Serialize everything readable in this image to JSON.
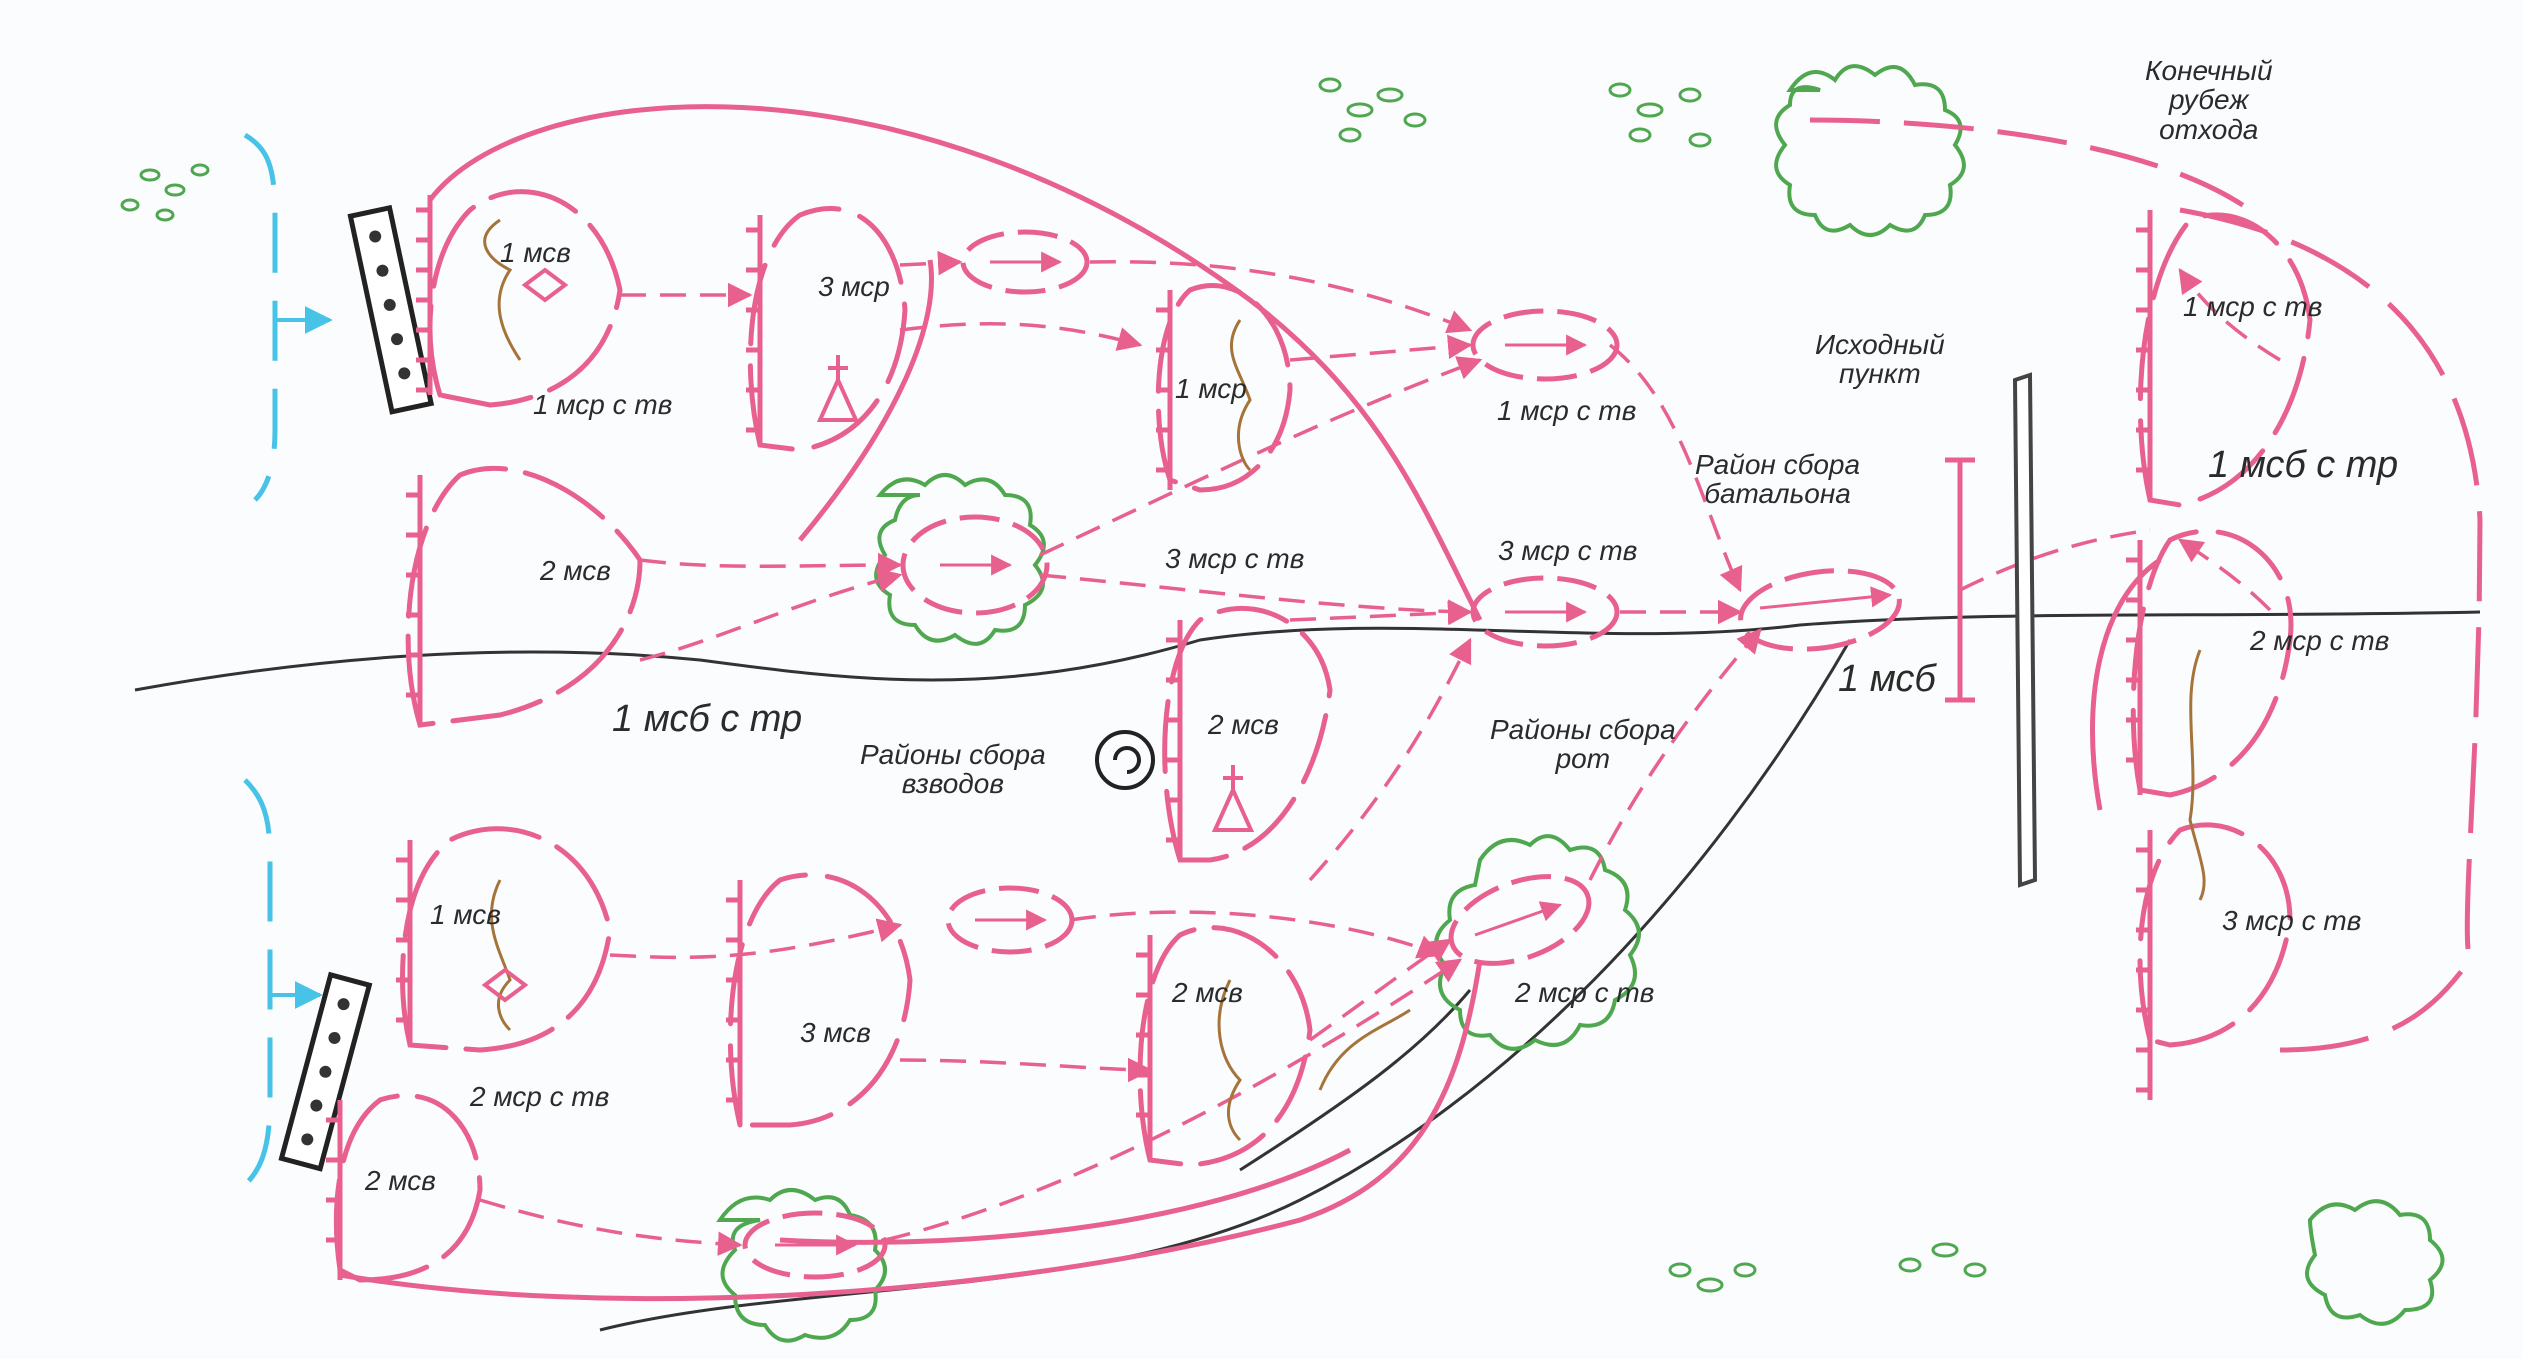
{
  "colors": {
    "route": "#e8608e",
    "terrain_line": "#333333",
    "forest": "#4fa84f",
    "friendly_line": "#46c3e6",
    "brown_track": "#a5743a",
    "background": "#fbfcfd"
  },
  "labels": {
    "final_line": [
      "Конечный",
      "рубеж",
      "отхода"
    ],
    "initial_point": [
      "Исходный",
      "пункт"
    ],
    "battalion_assembly": [
      "Район сбора",
      "батальона"
    ],
    "platoon_assembly": [
      "Районы сбора",
      "взводов"
    ],
    "company_assembly": [
      "Районы сбора",
      "рот"
    ],
    "msb_tr_left": "1 мсб с тр",
    "msb_tr_right": "1 мсб с тр",
    "msb": "1 мсб",
    "units": {
      "top_1msv": "1 мсв",
      "top_3msr": "3 мср",
      "top_1msr_tv": "1 мср с тв",
      "top_1msr": "1 мср",
      "mid_1msr_tv": "1 мср с тв",
      "mid_2msv": "2 мсв",
      "mid_3msr_tv": "3 мср с тв",
      "mid_3msr_tv_2": "3 мср с тв",
      "mid_2msv_b": "2 мсв",
      "bot_1msv": "1 мсв",
      "bot_3msv": "3 мсв",
      "bot_2msv": "2 мсв",
      "bot_2msr_tv": "2 мср с тв",
      "bot_2msv_b": "2 мсв",
      "bot_2msr_tv_2": "2 мср с тв",
      "right_1msr_tv": "1 мср с тв",
      "right_2msr_tv": "2 мср с тв",
      "right_3msr_tv": "3 мср с тв"
    }
  }
}
